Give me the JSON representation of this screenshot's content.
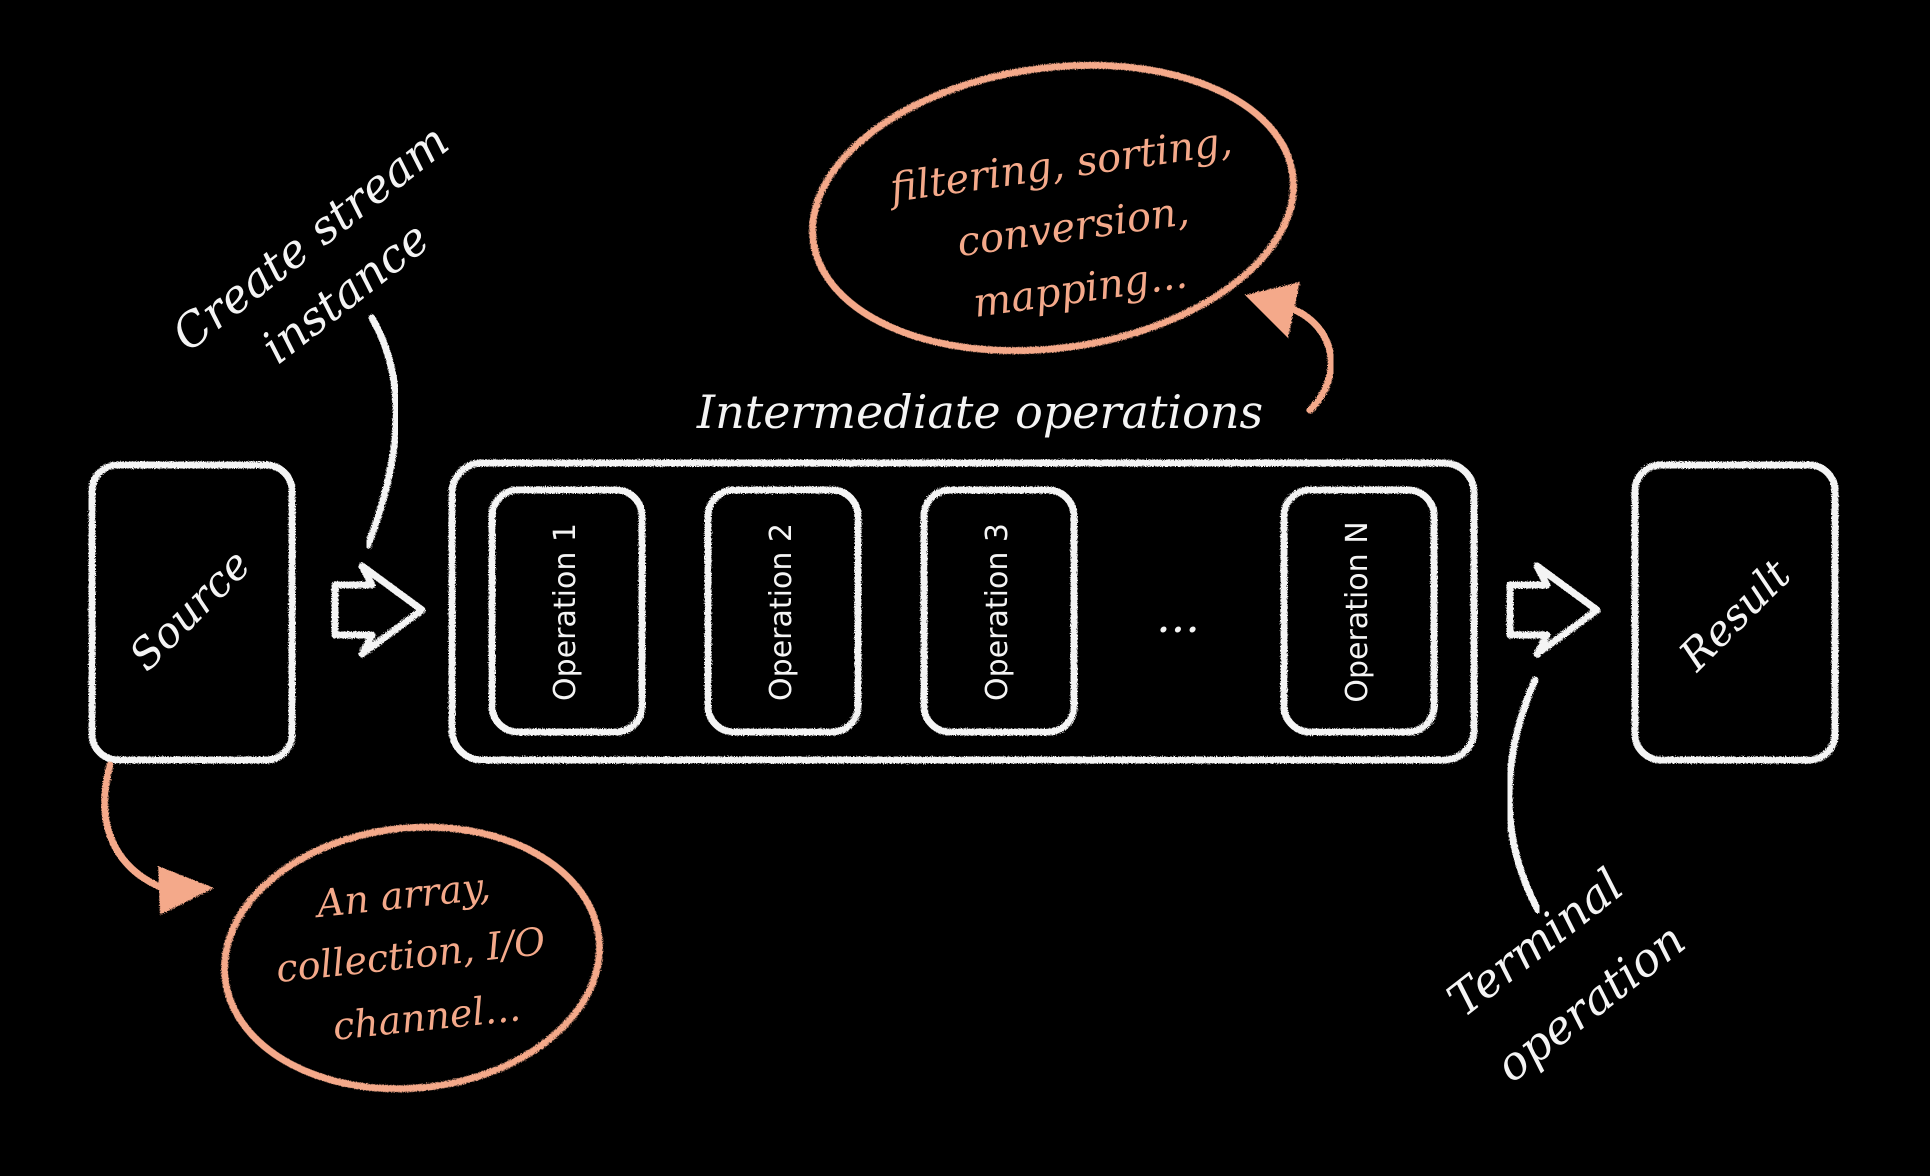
{
  "colors": {
    "background": "#000000",
    "chalk_white": "#f4f4f4",
    "chalk_orange": "#f4a98a"
  },
  "source": {
    "label": "Source"
  },
  "result": {
    "label": "Result"
  },
  "intermediate": {
    "title": "Intermediate operations",
    "operations": [
      "Operation 1",
      "Operation 2",
      "Operation 3",
      "Operation N"
    ],
    "ellipsis": "..."
  },
  "notes": {
    "create_stream": [
      "Create stream",
      "instance"
    ],
    "terminal": [
      "Terminal",
      "operation"
    ],
    "source_examples": [
      "An array,",
      "collection, I/O",
      "channel..."
    ],
    "intermediate_examples": [
      "filtering, sorting,",
      "conversion,",
      "mapping..."
    ]
  }
}
